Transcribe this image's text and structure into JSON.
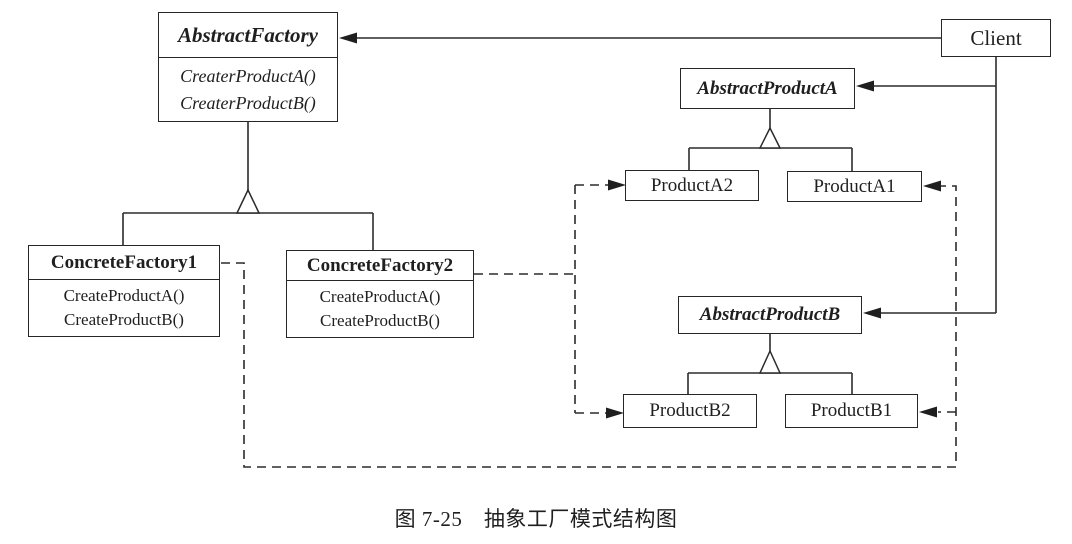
{
  "diagram": {
    "caption": "图 7-25　抽象工厂模式结构图",
    "colors": {
      "line": "#2b2b2b",
      "box_border": "#262626",
      "box_background": "#ffffff",
      "page_background": "#ffffff",
      "text": "#1f1f1f"
    },
    "nodes": {
      "abstract_factory": {
        "title": "AbstractFactory",
        "methods": [
          "CreaterProductA()",
          "CreaterProductB()"
        ]
      },
      "client": {
        "title": "Client"
      },
      "abstract_product_a": {
        "title": "AbstractProductA"
      },
      "product_a2": {
        "title": "ProductA2"
      },
      "product_a1": {
        "title": "ProductA1"
      },
      "abstract_product_b": {
        "title": "AbstractProductB"
      },
      "product_b2": {
        "title": "ProductB2"
      },
      "product_b1": {
        "title": "ProductB1"
      },
      "concrete_factory_1": {
        "title": "ConcreteFactory1",
        "methods": [
          "CreateProductA()",
          "CreateProductB()"
        ]
      },
      "concrete_factory_2": {
        "title": "ConcreteFactory2",
        "methods": [
          "CreateProductA()",
          "CreateProductB()"
        ]
      }
    }
  }
}
